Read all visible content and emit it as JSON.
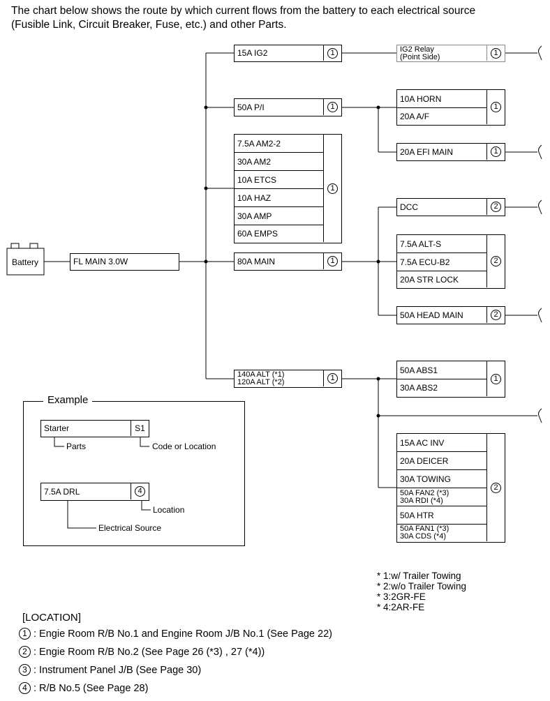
{
  "intro": {
    "line1": "The chart below shows the route by which current flows from the battery to each electrical source",
    "line2": "(Fusible Link, Circuit Breaker, Fuse, etc.) and other Parts."
  },
  "battery": {
    "label": "Battery"
  },
  "fl_main": {
    "label": "FL MAIN 3.0W"
  },
  "level1": {
    "ig2": {
      "label": "15A IG2",
      "code": "1"
    },
    "pi": {
      "label": "50A P/I",
      "code": "1"
    },
    "am2_group": {
      "items": [
        "7.5A AM2-2",
        "30A AM2",
        "10A ETCS",
        "10A HAZ",
        "30A AMP",
        "60A EMPS"
      ],
      "code": "1"
    },
    "main": {
      "label": "80A MAIN",
      "code": "1"
    },
    "alt": {
      "line1": "140A ALT (*1)",
      "line2": "120A ALT (*2)",
      "code": "1"
    }
  },
  "level2": {
    "ig2_relay": {
      "line1": "IG2 Relay",
      "line2": "(Point Side)",
      "code": "1"
    },
    "horn_group": {
      "items": [
        "10A HORN",
        "20A A/F"
      ],
      "code": "1"
    },
    "efi_main": {
      "label": "20A EFI MAIN",
      "code": "1"
    },
    "dcc": {
      "label": "DCC",
      "code": "2"
    },
    "alt_s_group": {
      "items": [
        "7.5A ALT-S",
        "7.5A ECU-B2",
        "20A STR LOCK"
      ],
      "code": "2"
    },
    "head_main": {
      "label": "50A HEAD MAIN",
      "code": "2"
    },
    "abs_group": {
      "items": [
        "50A ABS1",
        "30A ABS2"
      ],
      "code": "1"
    },
    "acinv_group": {
      "code": "2",
      "items": [
        {
          "line1": "15A AC INV"
        },
        {
          "line1": "20A DEICER"
        },
        {
          "line1": "30A TOWING"
        },
        {
          "line1": "50A FAN2 (*3)",
          "line2": "30A RDI (*4)"
        },
        {
          "line1": "50A HTR"
        },
        {
          "line1": "50A FAN1 (*3)",
          "line2": "30A CDS (*4)"
        }
      ]
    }
  },
  "example": {
    "title": "Example",
    "starter": "Starter",
    "s1": "S1",
    "parts": "Parts",
    "code_or_location": "Code or Location",
    "drl": "7.5A DRL",
    "drl_code": "4",
    "location": "Location",
    "electrical_source": "Electrical Source"
  },
  "notes": [
    "* 1:w/ Trailer Towing",
    "* 2:w/o Trailer Towing",
    "* 3:2GR-FE",
    "* 4:2AR-FE"
  ],
  "location": {
    "title": "[LOCATION]",
    "items": [
      {
        "num": "1",
        "text": ": Engie Room R/B No.1 and Engine Room J/B No.1 (See Page 22)"
      },
      {
        "num": "2",
        "text": ": Engie Room R/B No.2  (See Page 26 (*3) , 27 (*4))"
      },
      {
        "num": "3",
        "text": ": Instrument Panel J/B (See Page 30)"
      },
      {
        "num": "4",
        "text": ": R/B No.5 (See Page 28)"
      }
    ]
  }
}
